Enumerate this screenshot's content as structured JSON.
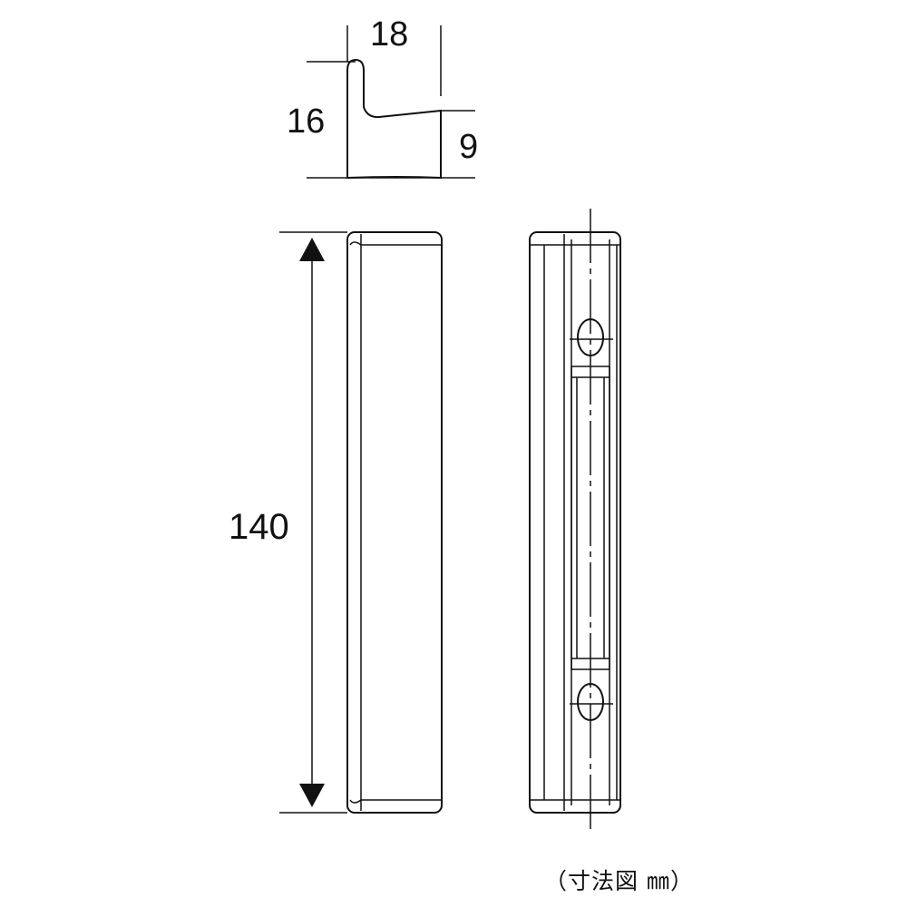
{
  "dimensions": {
    "width_top": "18",
    "height_top": "16",
    "depth_right": "9",
    "length": "140"
  },
  "caption": "（寸法図 ㎜）",
  "colors": {
    "line": "#111111",
    "background": "#ffffff"
  }
}
